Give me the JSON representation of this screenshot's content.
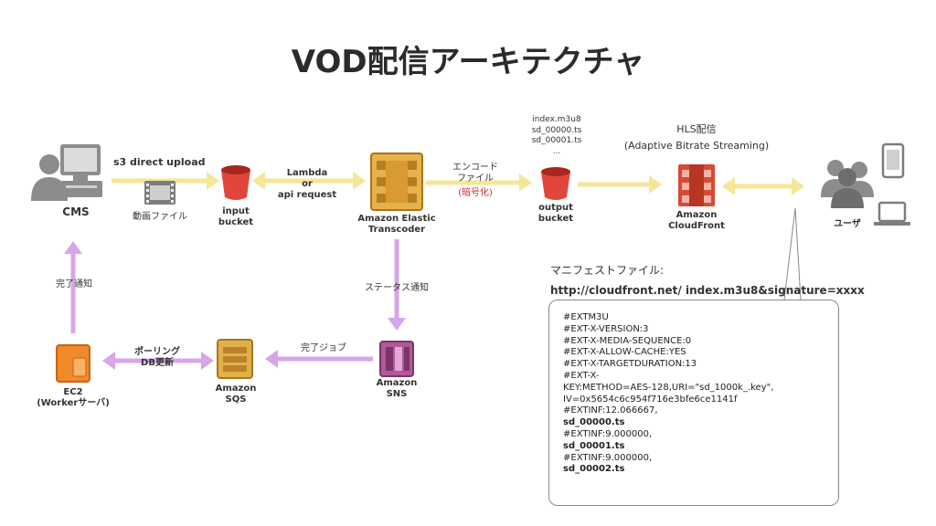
{
  "title": "VOD配信アーキテクチャ",
  "nodes": {
    "cms": "CMS",
    "input_bucket": "input\nbucket",
    "transcoder": "Amazon Elastic\nTranscoder",
    "output_bucket": "output\nbucket",
    "cloudfront": "Amazon\nCloudFront",
    "users": "ユーザ",
    "ec2": "EC2\n(Workerサーバ)",
    "sqs": "Amazon\nSQS",
    "sns": "Amazon\nSNS",
    "video_file": "動画ファイル"
  },
  "edges": {
    "s3_upload": "s3 direct upload",
    "lambda": "Lambda\nor\napi request",
    "encode": "エンコード\nファイル",
    "encrypted": "(暗号化)",
    "status_notice": "ステータス通知",
    "job_done": "完了ジョブ",
    "polling": "ポーリング\nDB更新",
    "done_notice": "完了通知"
  },
  "output_files": [
    "index.m3u8",
    "sd_00000.ts",
    "sd_00001.ts",
    "..."
  ],
  "hls": {
    "title": "HLS配信",
    "subtitle": "(Adaptive Bitrate Streaming)"
  },
  "manifest": {
    "heading": "マニフェストファイル:",
    "url": "http://cloudfront.net/ index.m3u8&signature=xxxx",
    "lines": [
      {
        "text": "#EXTM3U",
        "bold": false
      },
      {
        "text": "#EXT-X-VERSION:3",
        "bold": false
      },
      {
        "text": "#EXT-X-MEDIA-SEQUENCE:0",
        "bold": false
      },
      {
        "text": "#EXT-X-ALLOW-CACHE:YES",
        "bold": false
      },
      {
        "text": "#EXT-X-TARGETDURATION:13",
        "bold": false
      },
      {
        "text": "#EXT-X-",
        "bold": false
      },
      {
        "text": "KEY:METHOD=AES-128,URI=\"sd_1000k_.key\",",
        "bold": false
      },
      {
        "text": "IV=0x5654c6c954f716e3bfe6ce1141f",
        "bold": false
      },
      {
        "text": "#EXTINF:12.066667,",
        "bold": false
      },
      {
        "text": "sd_00000.ts",
        "bold": true
      },
      {
        "text": "#EXTINF:9.000000,",
        "bold": false
      },
      {
        "text": "sd_00001.ts",
        "bold": true
      },
      {
        "text": "#EXTINF:9.000000,",
        "bold": false
      },
      {
        "text": "sd_00002.ts",
        "bold": true
      }
    ]
  },
  "colors": {
    "yellow_arrow": "#f5e69a",
    "purple_arrow": "#d7a6ea",
    "bucket_red": "#e0463c",
    "transcoder_gold": "#d9a23a",
    "cloudfront_red": "#d84a34",
    "sqs_gold": "#d4a23c",
    "sns_purple": "#9c4a86",
    "ec2_orange": "#f08a2a",
    "person_gray": "#8c8c8c"
  }
}
